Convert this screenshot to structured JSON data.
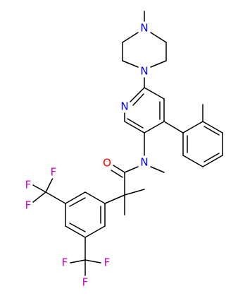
{
  "colors": {
    "background": "#ffffff",
    "bond": "#000000",
    "nitrogen": "#0000ff",
    "oxygen": "#ff0000",
    "fluorine": "#cc00cc"
  },
  "atoms": {
    "n_piperazine_top": "N",
    "n_piperazine_bottom": "N",
    "n_pyridine": "N",
    "n_amide": "N",
    "o_carbonyl": "O",
    "f": [
      "F",
      "F",
      "F",
      "F",
      "F",
      "F"
    ]
  }
}
